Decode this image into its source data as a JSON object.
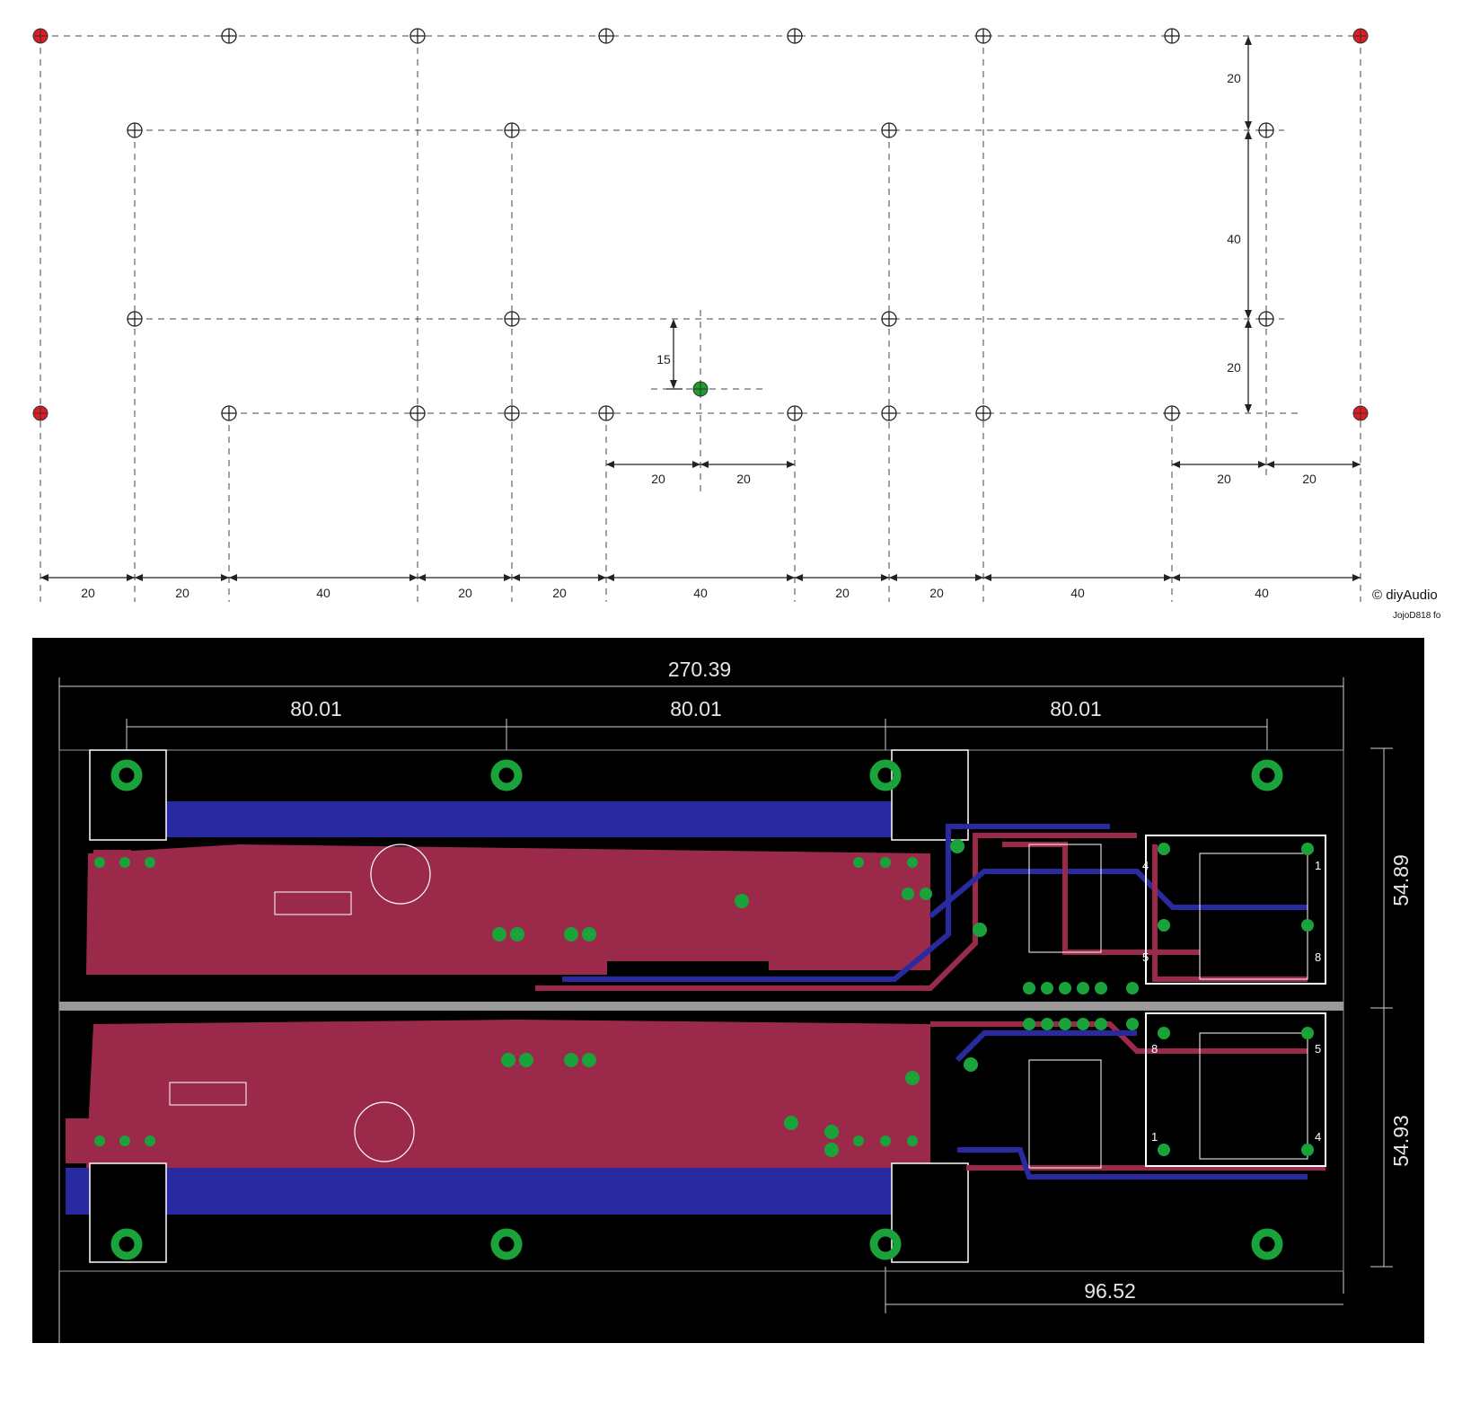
{
  "drilling_template": {
    "bottom_dimensions": [
      "20",
      "20",
      "40",
      "20",
      "20",
      "40",
      "20",
      "20",
      "40",
      "40"
    ],
    "dim_20_top": "20",
    "dim_40_right": "40",
    "dim_20_right": "20",
    "dim_15": "15",
    "dim_mid_left": "20",
    "dim_mid_right": "20",
    "dim_right_a": "20",
    "dim_right_b": "20",
    "colors": {
      "corner_hole": "#e11b22",
      "center_hole": "#1a9e2e",
      "line": "#444444"
    }
  },
  "credit": {
    "copyright": "© diyAudio",
    "author": "JojoD818 fo"
  },
  "pcb_layout": {
    "overall_width": "270.39",
    "spacing_1": "80.01",
    "spacing_2": "80.01",
    "spacing_3": "80.01",
    "height_top": "54.89",
    "height_bottom": "54.93",
    "bottom_offset": "96.52",
    "pin_labels_top": [
      "4",
      "1",
      "5",
      "8"
    ],
    "pin_labels_bottom": [
      "8",
      "5",
      "1",
      "4"
    ],
    "colors": {
      "background": "#000000",
      "top_copper": "#9b2a4a",
      "bottom_copper": "#2a2aa0",
      "pad": "#1aa33a",
      "silkscreen": "#ffffff"
    }
  }
}
